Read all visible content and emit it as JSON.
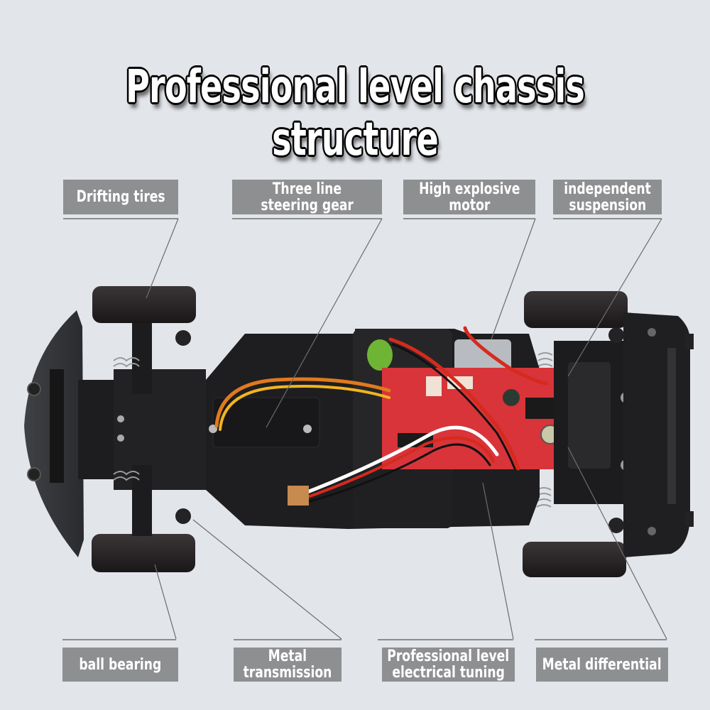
{
  "title": "Professional level chassis structure",
  "top_labels": [
    {
      "line1": "Drifting tires",
      "line2": ""
    },
    {
      "line1": "Three line",
      "line2": "steering gear"
    },
    {
      "line1": "High explosive",
      "line2": "motor"
    },
    {
      "line1": "independent",
      "line2": "suspension"
    }
  ],
  "bottom_labels": [
    {
      "line1": "ball bearing",
      "line2": ""
    },
    {
      "line1": "Metal",
      "line2": "transmission"
    },
    {
      "line1": "Professional level",
      "line2": "electrical tuning"
    },
    {
      "line1": "Metal differential",
      "line2": ""
    }
  ],
  "colors": {
    "background": "#e2e5ea",
    "label_box": "#8e8f91",
    "label_text": "#ffffff",
    "chassis": "#1e1e20",
    "pcb": "#d8343a",
    "tire": "#2a2627"
  }
}
